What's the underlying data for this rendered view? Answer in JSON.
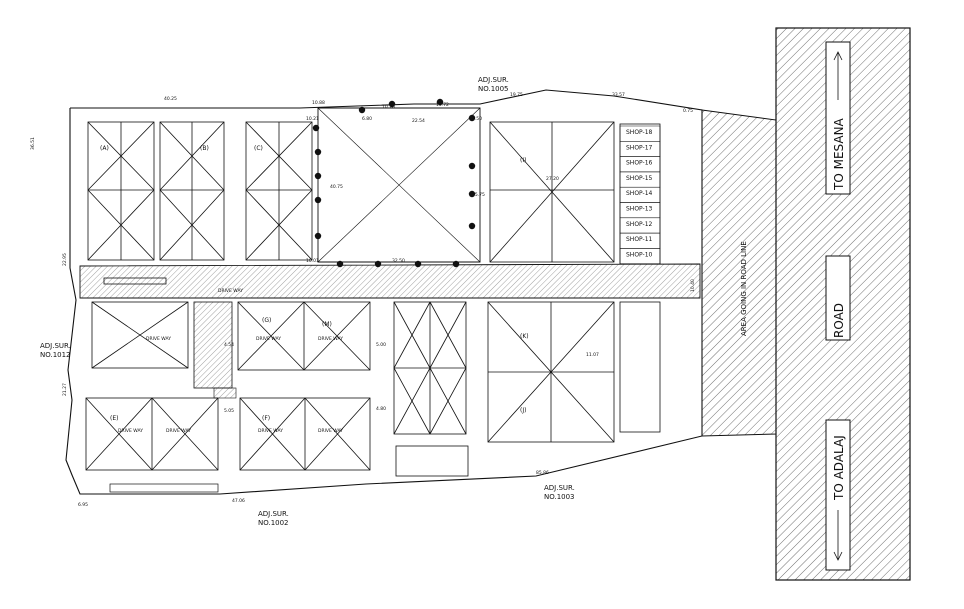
{
  "adjacent_labels": {
    "north": [
      "ADJ.SUR.",
      "NO.1005"
    ],
    "west": [
      "ADJ.SUR.",
      "NO.1012"
    ],
    "south": [
      "ADJ.SUR.",
      "NO.1002"
    ],
    "southeast": [
      "ADJ.SUR.",
      "NO.1003"
    ]
  },
  "road": {
    "to_north": "TO MESANA",
    "to_south": "TO ADALAJ",
    "middle": "ROAD",
    "setback": "AREA GOING IN ROAD LINE"
  },
  "shops": [
    "SHOP-18",
    "SHOP-17",
    "SHOP-16",
    "SHOP-15",
    "SHOP-14",
    "SHOP-13",
    "SHOP-12",
    "SHOP-11",
    "SHOP-10"
  ],
  "unit_letters_top": [
    "(A)",
    "(B)",
    "(C)",
    "(I)"
  ],
  "unit_letters_bottom": [
    "(G)",
    "(M)",
    "(E)",
    "(F)",
    "(J)",
    "(K)"
  ],
  "driveway_label": "DRIVE WAY",
  "north_dims": [
    "40.25",
    "10.88",
    "6.80",
    "10.70",
    "22.54",
    "10.72",
    "19.75",
    "33.57",
    "0.75"
  ],
  "west_dims": [
    "36.51",
    "22.95",
    "21.27"
  ],
  "south_dims": [
    "6.95",
    "47.06",
    "85.86"
  ],
  "road_dims": [
    "10.40"
  ],
  "center_dims": [
    "32.50"
  ],
  "plot_dims": [
    "10.21",
    "40.75",
    "10.01",
    "8.50",
    "15.75",
    "5.00",
    "4.80",
    "27.20",
    "4.54",
    "5.05",
    "11.07"
  ]
}
